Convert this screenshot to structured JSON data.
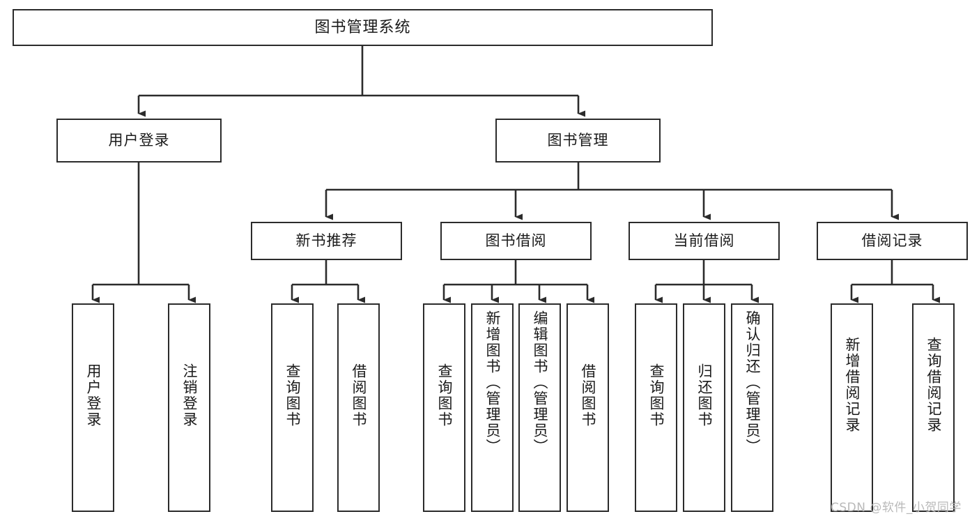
{
  "diagram": {
    "title": "图书管理系统",
    "type": "tree-hierarchy",
    "watermark": "CSDN @软件_小贺同学",
    "colors": {
      "box_border": "#2b2b2b",
      "box_fill": "#ffffff",
      "edge": "#2b2b2b",
      "text": "#1a1a1a",
      "watermark": "#b9b9b9",
      "background": "#ffffff"
    }
  },
  "nodes": {
    "root": {
      "label": "图书管理系统"
    },
    "level2": [
      {
        "label": "用户登录"
      },
      {
        "label": "图书管理"
      }
    ],
    "level3": [
      {
        "label": "新书推荐"
      },
      {
        "label": "图书借阅"
      },
      {
        "label": "当前借阅"
      },
      {
        "label": "借阅记录"
      }
    ],
    "leaves": {
      "user_login": [
        {
          "label": "用户登录"
        },
        {
          "label": "注销登录"
        }
      ],
      "new_book_recommend": [
        {
          "label": "查询图书"
        },
        {
          "label": "借阅图书"
        }
      ],
      "book_borrow": [
        {
          "label": "查询图书"
        },
        {
          "label": "新增图书（管理员）"
        },
        {
          "label": "编辑图书（管理员）"
        },
        {
          "label": "借阅图书"
        }
      ],
      "current_borrow": [
        {
          "label": "查询图书"
        },
        {
          "label": "归还图书"
        },
        {
          "label": "确认归还（管理员）"
        }
      ],
      "borrow_record": [
        {
          "label": "新增借阅记录"
        },
        {
          "label": "查询借阅记录"
        }
      ]
    }
  }
}
